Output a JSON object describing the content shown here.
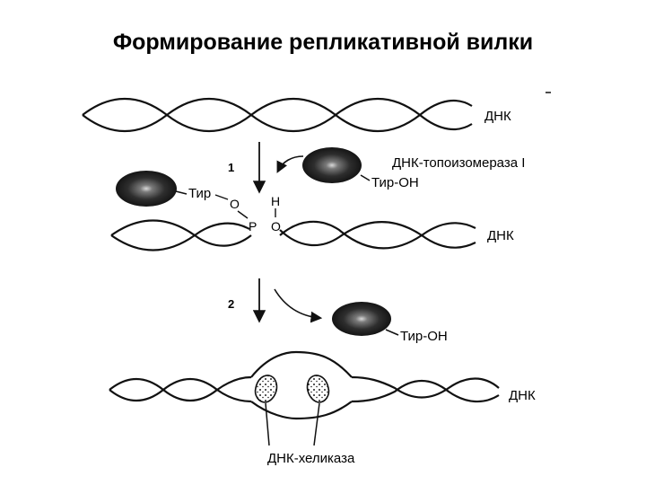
{
  "title": "Формирование репликативной вилки",
  "labels": {
    "dna_top": "ДНК",
    "dna_mid": "ДНК",
    "dna_bottom": "ДНК",
    "topoisomerase": "ДНК-топоизомераза I",
    "tyr_oh_1": "Тир-ОН",
    "tyr_oh_2": "Тир-ОН",
    "tyr": "Тир",
    "atom_o1": "O",
    "atom_h": "H",
    "atom_p": "P",
    "atom_o2": "O",
    "helicase": "ДНК-хеликаза"
  },
  "steps": {
    "step1": "1",
    "step2": "2"
  },
  "colors": {
    "ink": "#111111",
    "enzyme_dark": "#1a1a1a",
    "enzyme_glow": "#bdbdbd"
  }
}
